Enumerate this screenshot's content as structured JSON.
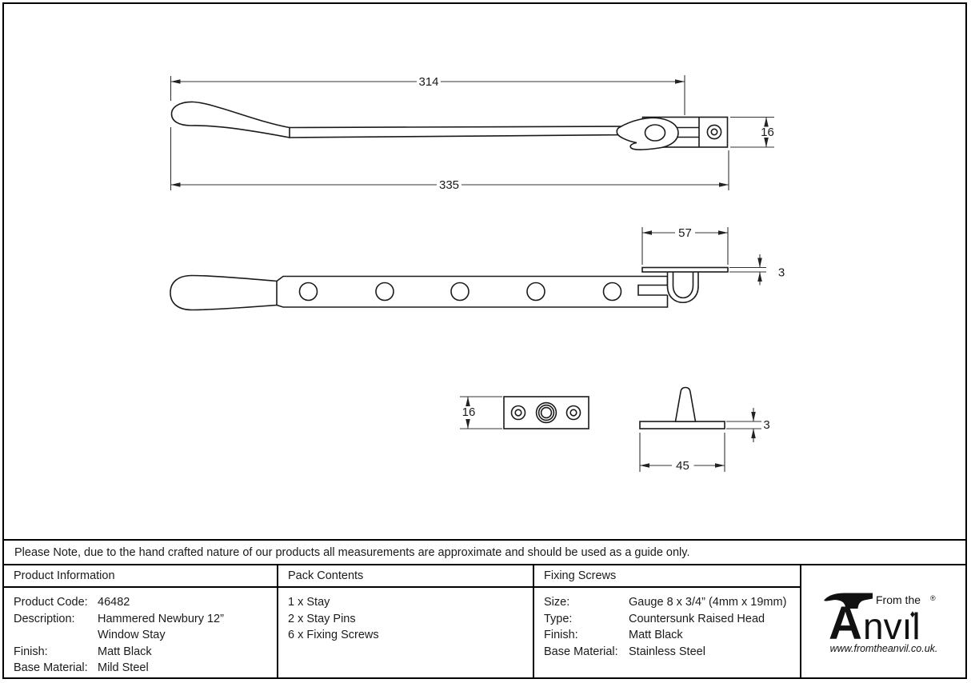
{
  "note": "Please Note, due to the hand crafted nature of our products all measurements are approximate and should be used as a guide only.",
  "drawing": {
    "dims": {
      "stay_reach": "314",
      "stay_length": "335",
      "bracket_height": "16",
      "keeper_length": "57",
      "keeper_thickness": "3",
      "plate_height": "16",
      "pin_base_thickness": "3",
      "pin_base_length": "45"
    }
  },
  "product_info": {
    "header": "Product Information",
    "rows": [
      {
        "label": "Product Code:",
        "value": "46482"
      },
      {
        "label": "Description:",
        "value": "Hammered Newbury 12” Window Stay"
      },
      {
        "label": "Finish:",
        "value": "Matt Black"
      },
      {
        "label": "Base Material:",
        "value": "Mild Steel"
      }
    ]
  },
  "pack_contents": {
    "header": "Pack Contents",
    "items": [
      "1 x Stay",
      "2 x Stay Pins",
      "6 x Fixing Screws"
    ]
  },
  "fixing_screws": {
    "header": "Fixing Screws",
    "rows": [
      {
        "label": "Size:",
        "value": "Gauge 8 x 3/4” (4mm x 19mm)"
      },
      {
        "label": "Type:",
        "value": "Countersunk Raised Head"
      },
      {
        "label": "Finish:",
        "value": "Matt Black"
      },
      {
        "label": "Base Material:",
        "value": "Stainless Steel"
      }
    ]
  },
  "logo": {
    "brand": "Anvil",
    "tagline": "From the",
    "brand_a": "A",
    "brand_nvil": "nvıl",
    "i_diamond": "♦",
    "registered": "®",
    "url": "www.fromtheanvil.co.uk."
  },
  "colors": {
    "ink": "#1a1a1a",
    "line": "#000000",
    "background": "#ffffff"
  }
}
